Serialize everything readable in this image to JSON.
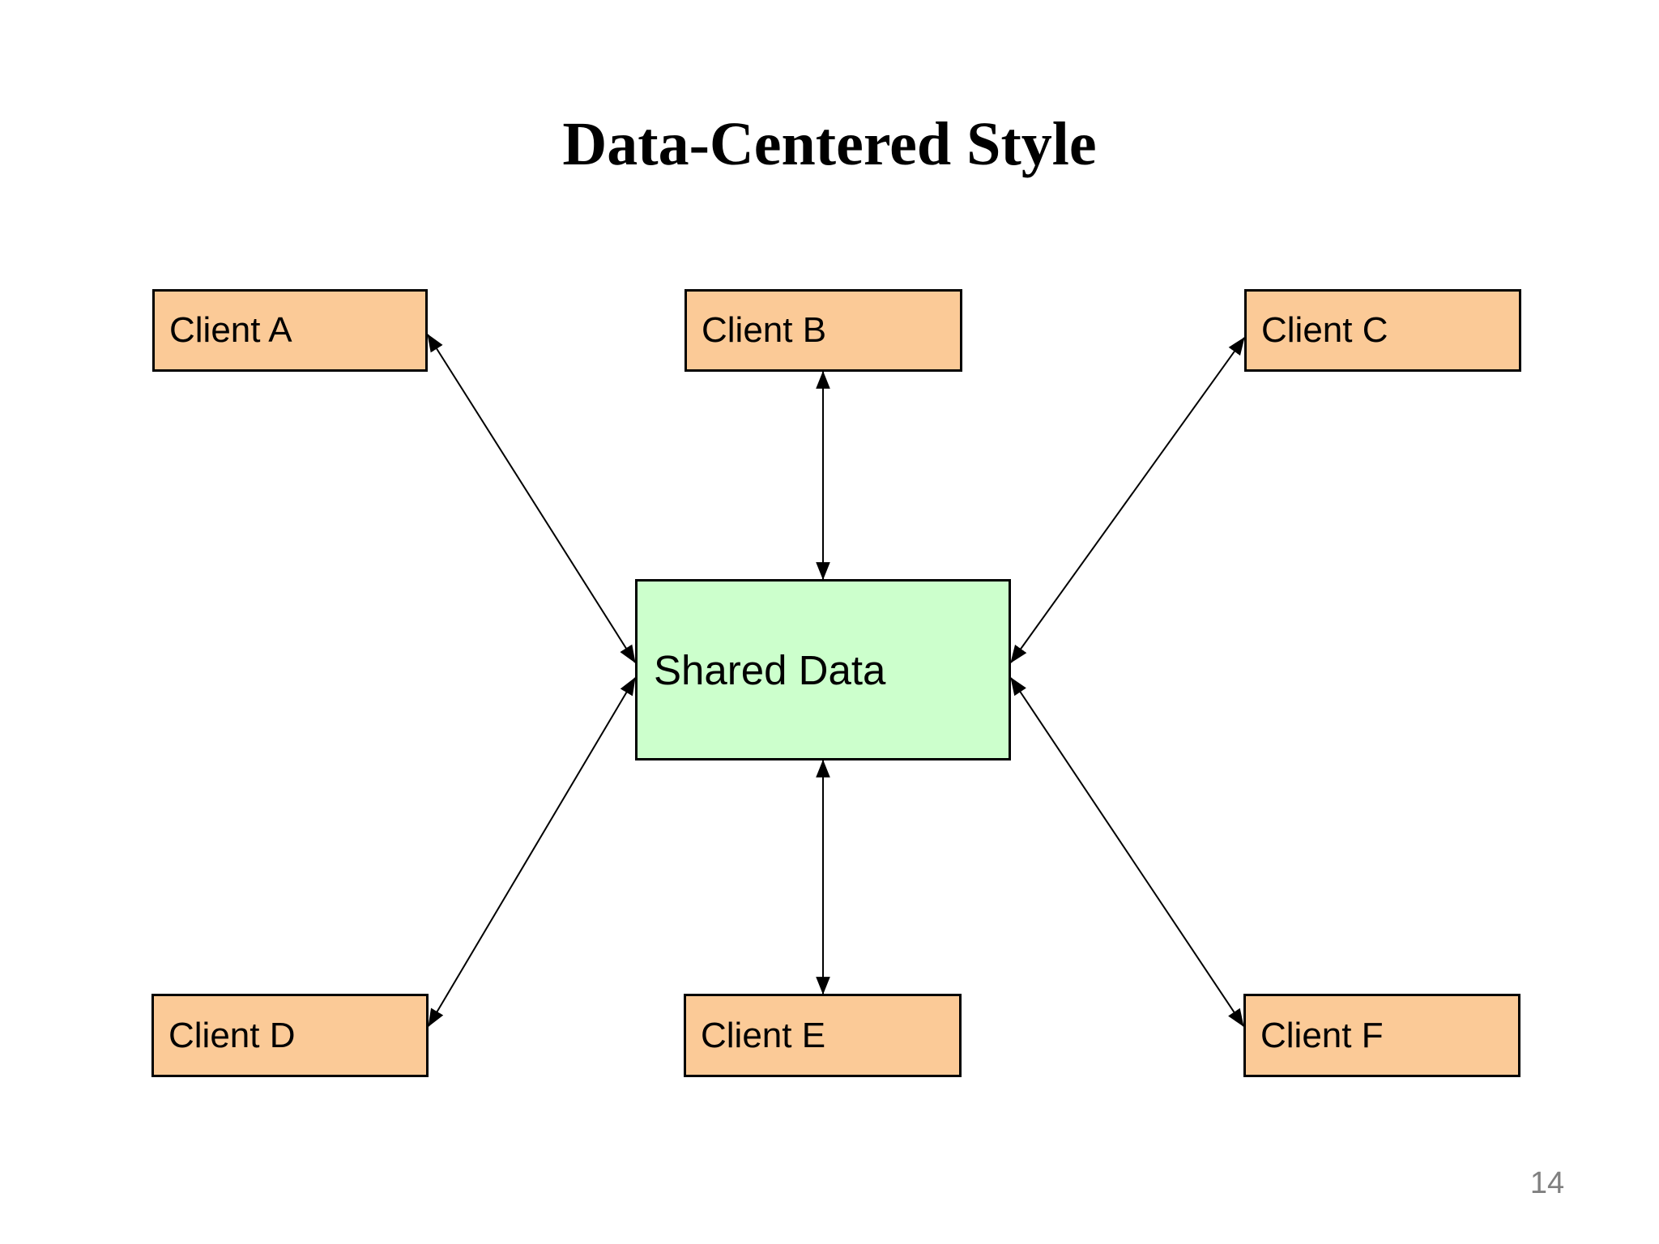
{
  "slide": {
    "title": "Data-Centered Style",
    "page_number": "14"
  },
  "colors": {
    "background": "#FFFFFF",
    "client_fill": "#FBCA97",
    "shared_fill": "#CCFFCC",
    "node_border": "#000000",
    "connector": "#000000",
    "page_number_text": "#808080"
  },
  "diagram": {
    "center_node": {
      "id": "shared-data",
      "label": "Shared Data"
    },
    "client_nodes": [
      {
        "id": "client-a",
        "label": "Client A"
      },
      {
        "id": "client-b",
        "label": "Client B"
      },
      {
        "id": "client-c",
        "label": "Client C"
      },
      {
        "id": "client-d",
        "label": "Client D"
      },
      {
        "id": "client-e",
        "label": "Client E"
      },
      {
        "id": "client-f",
        "label": "Client F"
      }
    ],
    "edges": [
      {
        "from": "client-a",
        "to": "shared-data",
        "bidirectional": true
      },
      {
        "from": "client-b",
        "to": "shared-data",
        "bidirectional": true
      },
      {
        "from": "client-c",
        "to": "shared-data",
        "bidirectional": true
      },
      {
        "from": "client-d",
        "to": "shared-data",
        "bidirectional": true
      },
      {
        "from": "client-e",
        "to": "shared-data",
        "bidirectional": true
      },
      {
        "from": "client-f",
        "to": "shared-data",
        "bidirectional": true
      }
    ]
  }
}
